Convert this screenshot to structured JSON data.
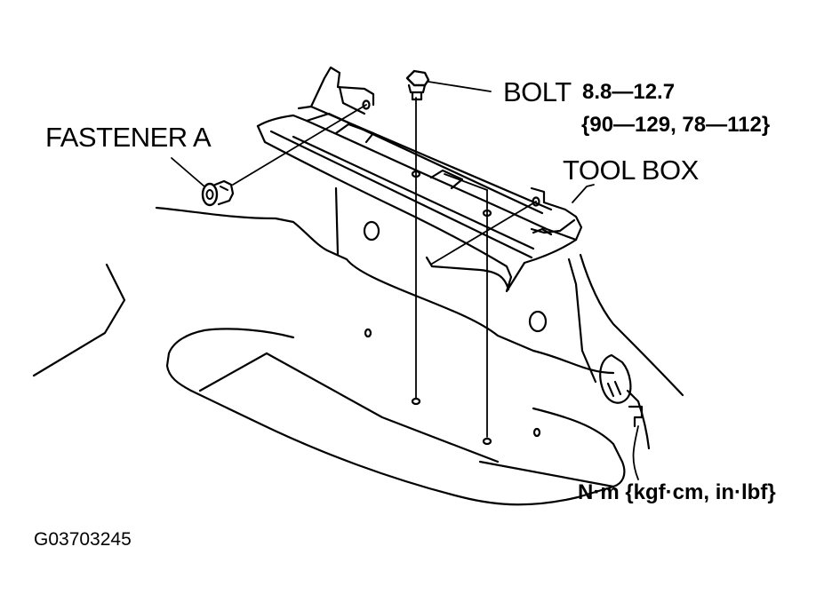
{
  "labels": {
    "fastener": "FASTENER A",
    "bolt": "BOLT",
    "bolt_torque": "8.8—12.7",
    "bolt_torque_alt": "{90—129, 78—112}",
    "tool_box": "TOOL BOX",
    "units": "N·m {kgf·cm, in·lbf}",
    "figure_id": "G03703245"
  },
  "colors": {
    "ink": "#000000",
    "paper": "#ffffff"
  }
}
